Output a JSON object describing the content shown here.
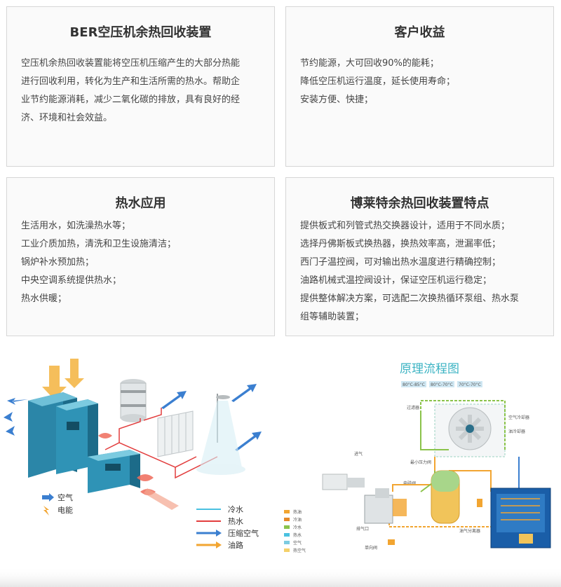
{
  "cards": {
    "device": {
      "title": "BER空压机余热回收装置",
      "lines": [
        "空压机余热回收装置能将空压机压缩产生的大部分热能",
        "进行回收利用，转化为生产和生活所需的热水。帮助企",
        "业节约能源消耗，减少二氧化碳的排放，具有良好的经",
        "济、环境和社会效益。"
      ]
    },
    "benefit": {
      "title": "客户收益",
      "lines": [
        "节约能源，大可回收90%的能耗；",
        "降低空压机运行温度，延长使用寿命；",
        "安装方便、快捷；"
      ]
    },
    "application": {
      "title": "热水应用",
      "lines": [
        "生活用水，如洗澡热水等；",
        "工业介质加热，清洗和卫生设施清洁；",
        "锅炉补水预加热；",
        "中央空调系统提供热水；",
        "热水供暖；"
      ]
    },
    "features": {
      "title": "博莱特余热回收装置特点",
      "lines": [
        "提供板式和列管式热交换器设计，适用于不同水质；",
        "选择丹佛斯板式换热器，换热效率高，泄漏率低；",
        "西门子温控阀，可对输出热水温度进行精确控制；",
        "油路机械式温控阀设计，保证空压机运行稳定；",
        "提供整体解决方案，可选配二次换热循环泵组、热水泵",
        "组等辅助装置；"
      ]
    }
  },
  "left_diagram": {
    "legend_small": [
      "空气",
      "电能"
    ],
    "legend_lines": [
      "冷水",
      "热水",
      "压缩空气",
      "油路"
    ],
    "colors": {
      "cold": "#4ac1e0",
      "hot": "#e23d3d",
      "air": "#3b7fd0",
      "oil": "#f2a531"
    }
  },
  "flow_diagram": {
    "title": "原理流程图",
    "tags": [
      "80°C-85°C",
      "80°C-70°C",
      "70°C-70°C"
    ],
    "labels": [
      "过滤器",
      "空气冷却器",
      "油冷却器",
      "进气",
      "最小压力阀",
      "电磁阀",
      "油气分离器",
      "排气口",
      "单向阀"
    ],
    "legend": [
      "热油",
      "冷油",
      "冷水",
      "热水",
      "空气",
      "热空气"
    ]
  }
}
